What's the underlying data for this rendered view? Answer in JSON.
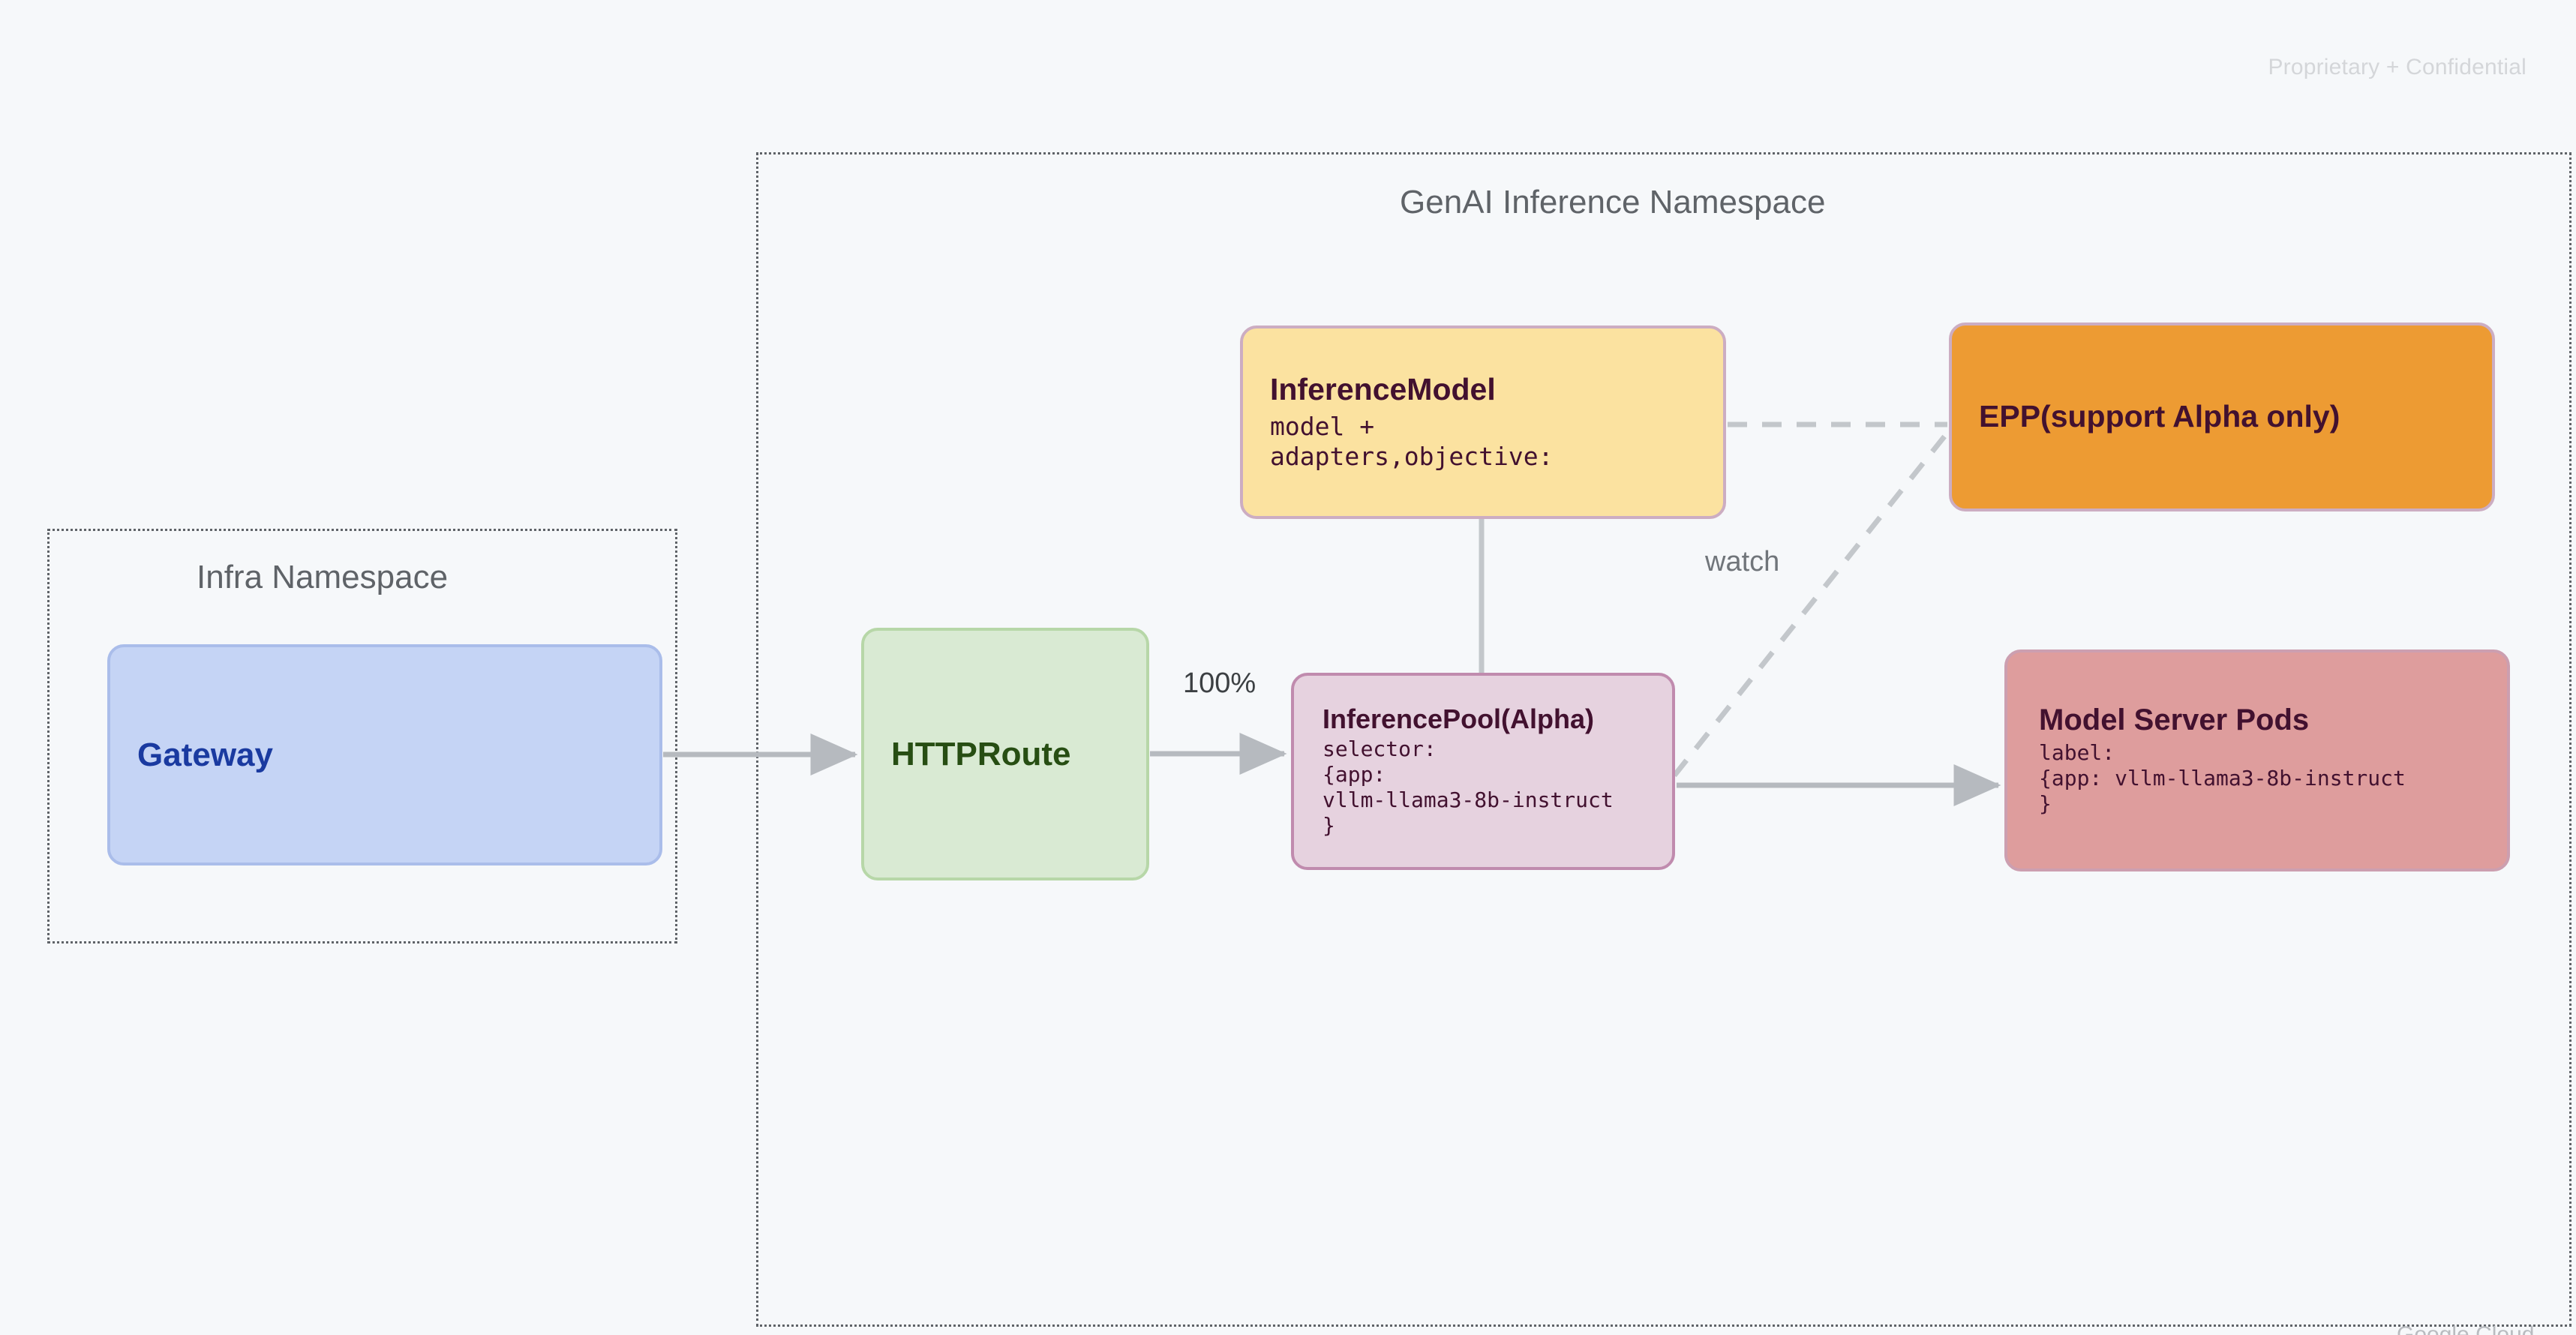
{
  "page": {
    "confidential_note": "Proprietary + Confidential",
    "bottom_brand": "Google Cloud",
    "background_color": "#f6f8fa"
  },
  "namespaces": [
    {
      "id": "infra",
      "title": "Infra Namespace",
      "border_color": "#5f6368"
    },
    {
      "id": "genai",
      "title": "GenAI Inference Namespace",
      "border_color": "#5f6368"
    }
  ],
  "nodes": [
    {
      "id": "gateway",
      "title": "Gateway",
      "subtitle": "",
      "fill": "#c5d4f5",
      "stroke": "#aabdea",
      "text_color": "#1a3aa0"
    },
    {
      "id": "httproute",
      "title": "HTTPRoute",
      "subtitle": "",
      "fill": "#d9ead3",
      "stroke": "#b7d7a8",
      "text_color": "#274e13"
    },
    {
      "id": "inferencemodel",
      "title": "InferenceModel",
      "subtitle": "model +\nadapters,objective:",
      "fill": "#fbe2a0",
      "stroke": "#ccadc2",
      "text_color": "#42112f"
    },
    {
      "id": "epp",
      "title": "EPP(support Alpha only)",
      "subtitle": "",
      "fill": "#ed9b33",
      "stroke": "#ccadc2",
      "text_color": "#42112f"
    },
    {
      "id": "inferencepool",
      "title": "InferencePool(Alpha)",
      "subtitle": "selector:\n{app:\nvllm-llama3-8b-instruct\n}",
      "fill": "#e6d2df",
      "stroke": "#c08bae",
      "text_color": "#42112f"
    },
    {
      "id": "modelserverpods",
      "title": "Model Server Pods",
      "subtitle": "label:\n{app: vllm-llama3-8b-instruct\n}",
      "fill": "#de9d9d",
      "stroke": "#cc9fb0",
      "text_color": "#42112f"
    }
  ],
  "edges": [
    {
      "id": "gateway-to-httproute",
      "from": "gateway",
      "to": "httproute",
      "label": "",
      "style": "solid-arrow"
    },
    {
      "id": "httproute-to-inferencepool",
      "from": "httproute",
      "to": "inferencepool",
      "label": "100%",
      "style": "solid-arrow"
    },
    {
      "id": "inferencemodel-to-inferencepool",
      "from": "inferencemodel",
      "to": "inferencepool",
      "label": "",
      "style": "solid-line"
    },
    {
      "id": "inferencemodel-to-epp",
      "from": "inferencemodel",
      "to": "epp",
      "label": "",
      "style": "dashed"
    },
    {
      "id": "inferencepool-to-epp",
      "from": "inferencepool",
      "to": "epp",
      "label": "watch",
      "style": "dashed"
    },
    {
      "id": "inferencepool-to-modelserverpods",
      "from": "inferencepool",
      "to": "modelserverpods",
      "label": "",
      "style": "solid-arrow"
    }
  ],
  "edge_labels": {
    "traffic_percent": "100%",
    "watch": "watch"
  },
  "colors": {
    "arrow": "#b6babf",
    "dashed": "#c3c7cb",
    "namespace_border": "#5f6368",
    "namespace_title": "#5f6368"
  }
}
